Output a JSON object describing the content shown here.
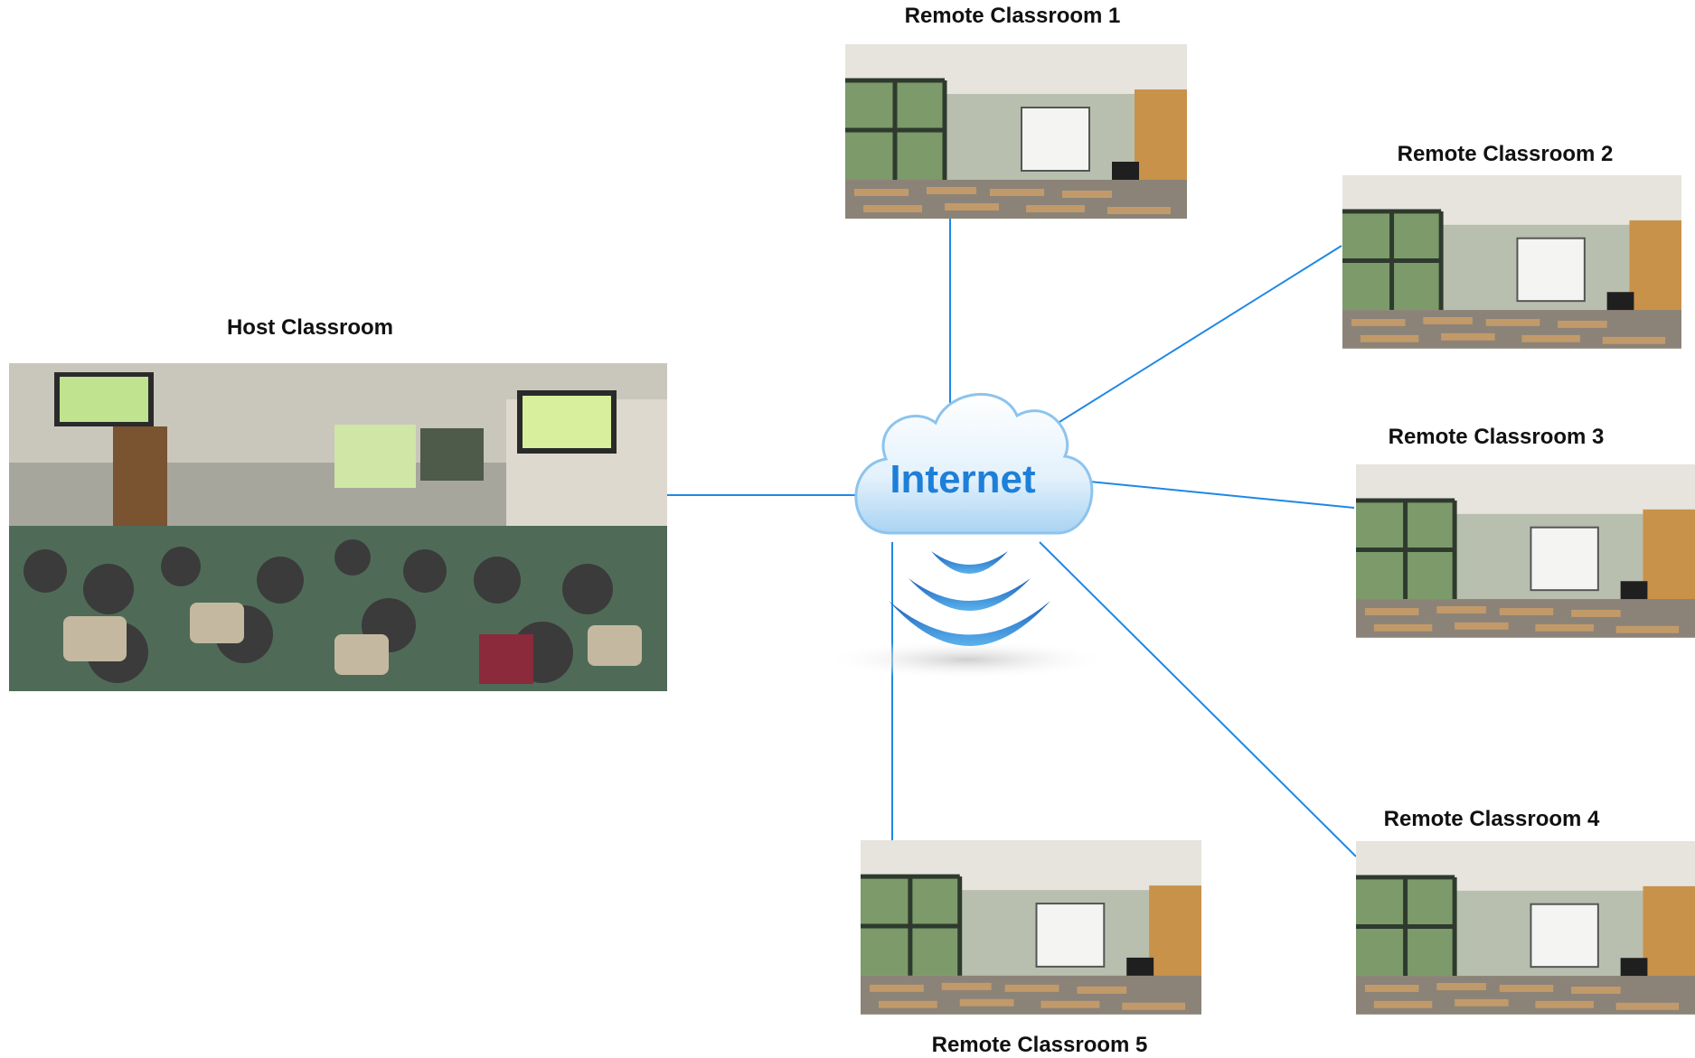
{
  "host": {
    "label": "Host Classroom"
  },
  "cloud": {
    "label": "Internet"
  },
  "remotes": [
    {
      "label": "Remote Classroom 1"
    },
    {
      "label": "Remote Classroom 2"
    },
    {
      "label": "Remote Classroom 3"
    },
    {
      "label": "Remote Classroom 4"
    },
    {
      "label": "Remote Classroom 5"
    }
  ],
  "colors": {
    "link": "#1e88e5",
    "cloud_text": "#1e7fd8",
    "cloud_fill": "#e6f3fd",
    "signal": "#1c6ec8"
  }
}
